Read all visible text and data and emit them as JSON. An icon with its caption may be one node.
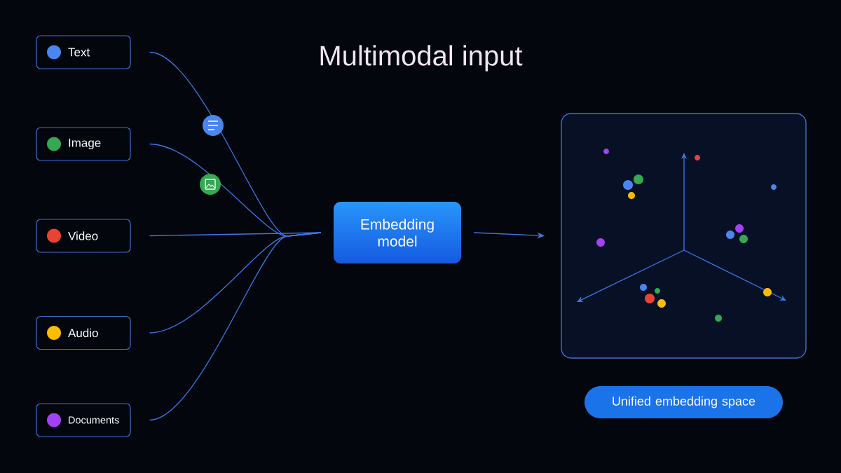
{
  "diagram": {
    "title": "Multimodal input",
    "nodes": [
      {
        "text": [
          "Text"
        ]
      },
      {
        "text": [
          "Image"
        ]
      },
      {
        "text": [
          "Video"
        ]
      },
      {
        "text": [
          "Audio"
        ]
      },
      {
        "text": [
          "Documents"
        ]
      },
      {
        "text": [
          "Embedding model"
        ]
      },
      {
        "text": [],
        "shape": "box"
      },
      {
        "text": [
          "Unified embedding space"
        ]
      }
    ],
    "edges": [
      {
        "from": 0,
        "to": 5,
        "arrow": "none"
      },
      {
        "from": 1,
        "to": 5,
        "arrow": "none"
      },
      {
        "from": 2,
        "to": 5,
        "arrow": "none"
      },
      {
        "from": 3,
        "to": 5,
        "arrow": "none"
      },
      {
        "from": 4,
        "to": 5,
        "arrow": "none"
      },
      {
        "from": 5,
        "to": 6,
        "arrow": "to"
      }
    ]
  }
}
